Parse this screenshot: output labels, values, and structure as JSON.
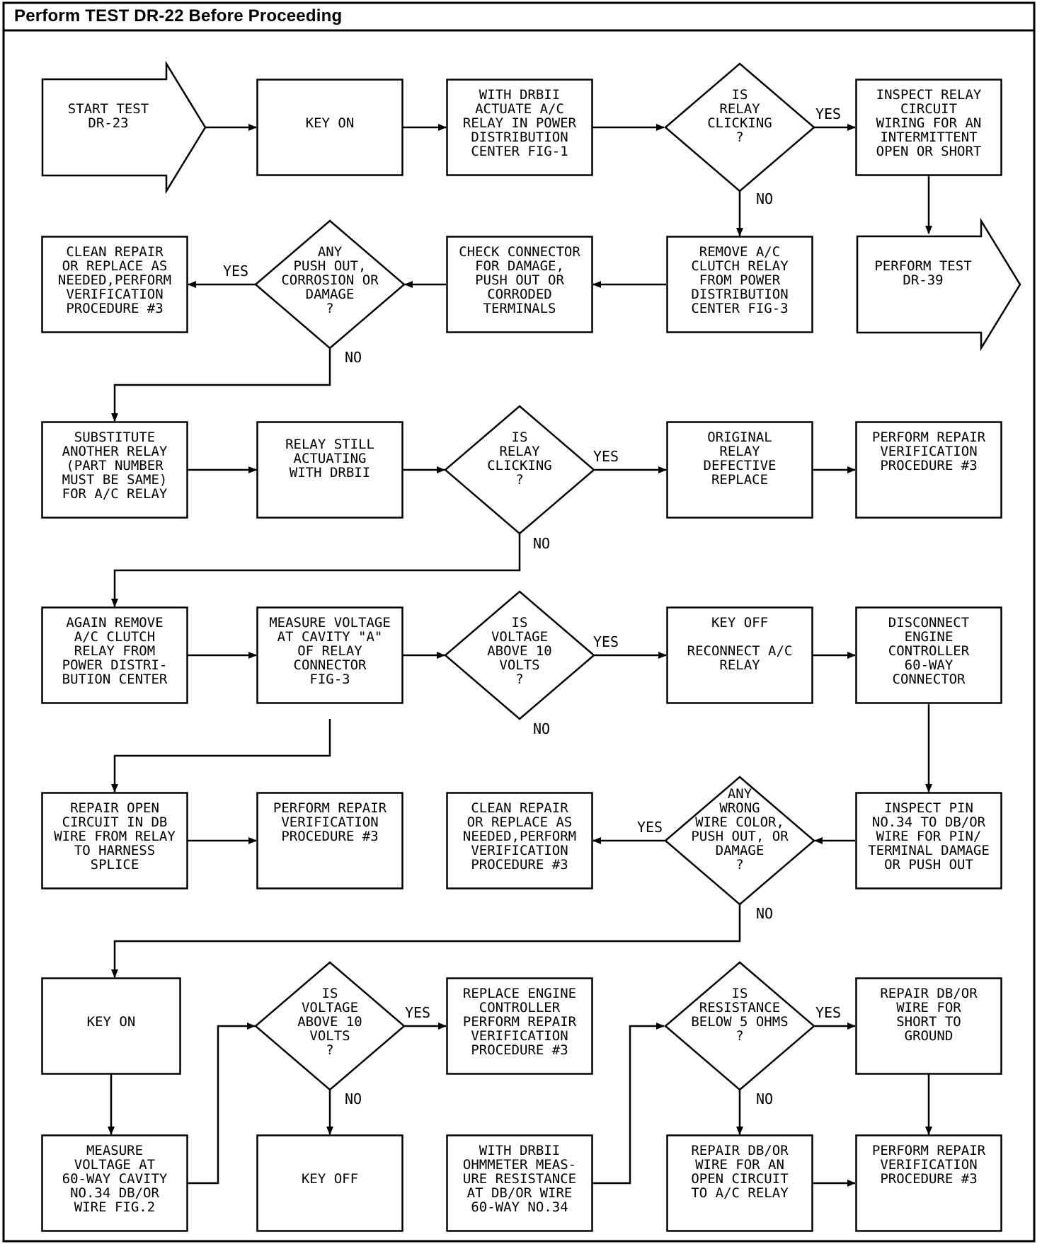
{
  "header": "Perform TEST DR-22 Before Proceeding",
  "labels": {
    "yes": "YES",
    "no": "NO"
  },
  "nodes": {
    "start": [
      "START TEST",
      "DR-23"
    ],
    "key_on_1": [
      "KEY ON"
    ],
    "drbii_actuate": [
      "WITH DRBII",
      "ACTUATE A/C",
      "RELAY IN POWER",
      "DISTRIBUTION",
      "CENTER FIG-1"
    ],
    "d_relay_clicking_1": [
      "IS",
      "RELAY",
      "CLICKING",
      "?"
    ],
    "inspect_relay_circuit": [
      "INSPECT RELAY",
      "CIRCUIT",
      "WIRING FOR AN",
      "INTERMITTENT",
      "OPEN OR SHORT"
    ],
    "clean_repair_1": [
      "CLEAN REPAIR",
      "OR REPLACE AS",
      "NEEDED,PERFORM",
      "VERIFICATION",
      "PROCEDURE #3"
    ],
    "d_push_out": [
      "ANY",
      "PUSH OUT,",
      "CORROSION OR",
      "DAMAGE",
      "?"
    ],
    "check_connector": [
      "CHECK CONNECTOR",
      "FOR DAMAGE,",
      "PUSH OUT OR",
      "CORRODED",
      "TERMINALS"
    ],
    "remove_relay": [
      "REMOVE A/C",
      "CLUTCH RELAY",
      "FROM POWER",
      "DISTRIBUTION",
      "CENTER FIG-3"
    ],
    "perform_dr39": [
      "PERFORM TEST",
      "DR-39"
    ],
    "substitute_relay": [
      "SUBSTITUTE",
      "ANOTHER RELAY",
      "(PART NUMBER",
      "MUST BE SAME)",
      "FOR A/C RELAY"
    ],
    "relay_still": [
      "RELAY STILL",
      "ACTUATING",
      "WITH DRBII"
    ],
    "d_relay_clicking_2": [
      "IS",
      "RELAY",
      "CLICKING",
      "?"
    ],
    "original_relay": [
      "ORIGINAL",
      "RELAY",
      "DEFECTIVE",
      "REPLACE"
    ],
    "verify_1": [
      "PERFORM REPAIR",
      "VERIFICATION",
      "PROCEDURE #3"
    ],
    "again_remove": [
      "AGAIN REMOVE",
      "A/C CLUTCH",
      "RELAY FROM",
      "POWER DISTRI-",
      "BUTION CENTER"
    ],
    "measure_cavity_a": [
      "MEASURE VOLTAGE",
      "AT CAVITY \"A\"",
      "OF RELAY",
      "CONNECTOR",
      "FIG-3"
    ],
    "d_voltage_1": [
      "IS",
      "VOLTAGE",
      "ABOVE 10",
      "VOLTS",
      "?"
    ],
    "key_off_reconnect": [
      "KEY OFF",
      "",
      "RECONNECT A/C",
      "RELAY"
    ],
    "disconnect_ec": [
      "DISCONNECT",
      "ENGINE",
      "CONTROLLER",
      "60-WAY",
      "CONNECTOR"
    ],
    "repair_open_db": [
      "REPAIR OPEN",
      "CIRCUIT IN DB",
      "WIRE FROM RELAY",
      "TO HARNESS",
      "SPLICE"
    ],
    "verify_2": [
      "PERFORM REPAIR",
      "VERIFICATION",
      "PROCEDURE #3"
    ],
    "clean_repair_2": [
      "CLEAN REPAIR",
      "OR REPLACE AS",
      "NEEDED,PERFORM",
      "VERIFICATION",
      "PROCEDURE #3"
    ],
    "d_wrong_wire": [
      "ANY",
      "WRONG",
      "WIRE COLOR,",
      "PUSH OUT, OR",
      "DAMAGE",
      "?"
    ],
    "inspect_pin": [
      "INSPECT PIN",
      "NO.34 TO DB/OR",
      "WIRE FOR PIN/",
      "TERMINAL DAMAGE",
      "OR PUSH OUT"
    ],
    "key_on_2": [
      "KEY ON"
    ],
    "d_voltage_2": [
      "IS",
      "VOLTAGE",
      "ABOVE 10",
      "VOLTS",
      "?"
    ],
    "replace_ec": [
      "REPLACE ENGINE",
      "CONTROLLER",
      "PERFORM REPAIR",
      "VERIFICATION",
      "PROCEDURE #3"
    ],
    "d_resistance": [
      "IS",
      "RESISTANCE",
      "BELOW 5 OHMS",
      "?"
    ],
    "repair_short": [
      "REPAIR DB/OR",
      "WIRE FOR",
      "SHORT TO",
      "GROUND"
    ],
    "measure_60way": [
      "MEASURE",
      "VOLTAGE AT",
      "60-WAY CAVITY",
      "NO.34 DB/OR",
      "WIRE FIG.2"
    ],
    "key_off_2": [
      "KEY OFF"
    ],
    "ohmmeter": [
      "WITH DRBII",
      "OHMMETER MEAS-",
      "URE RESISTANCE",
      "AT DB/OR WIRE",
      "60-WAY NO.34"
    ],
    "repair_open_ac": [
      "REPAIR DB/OR",
      "WIRE FOR AN",
      "OPEN CIRCUIT",
      "TO A/C RELAY"
    ],
    "verify_3": [
      "PERFORM REPAIR",
      "VERIFICATION",
      "PROCEDURE #3"
    ]
  }
}
